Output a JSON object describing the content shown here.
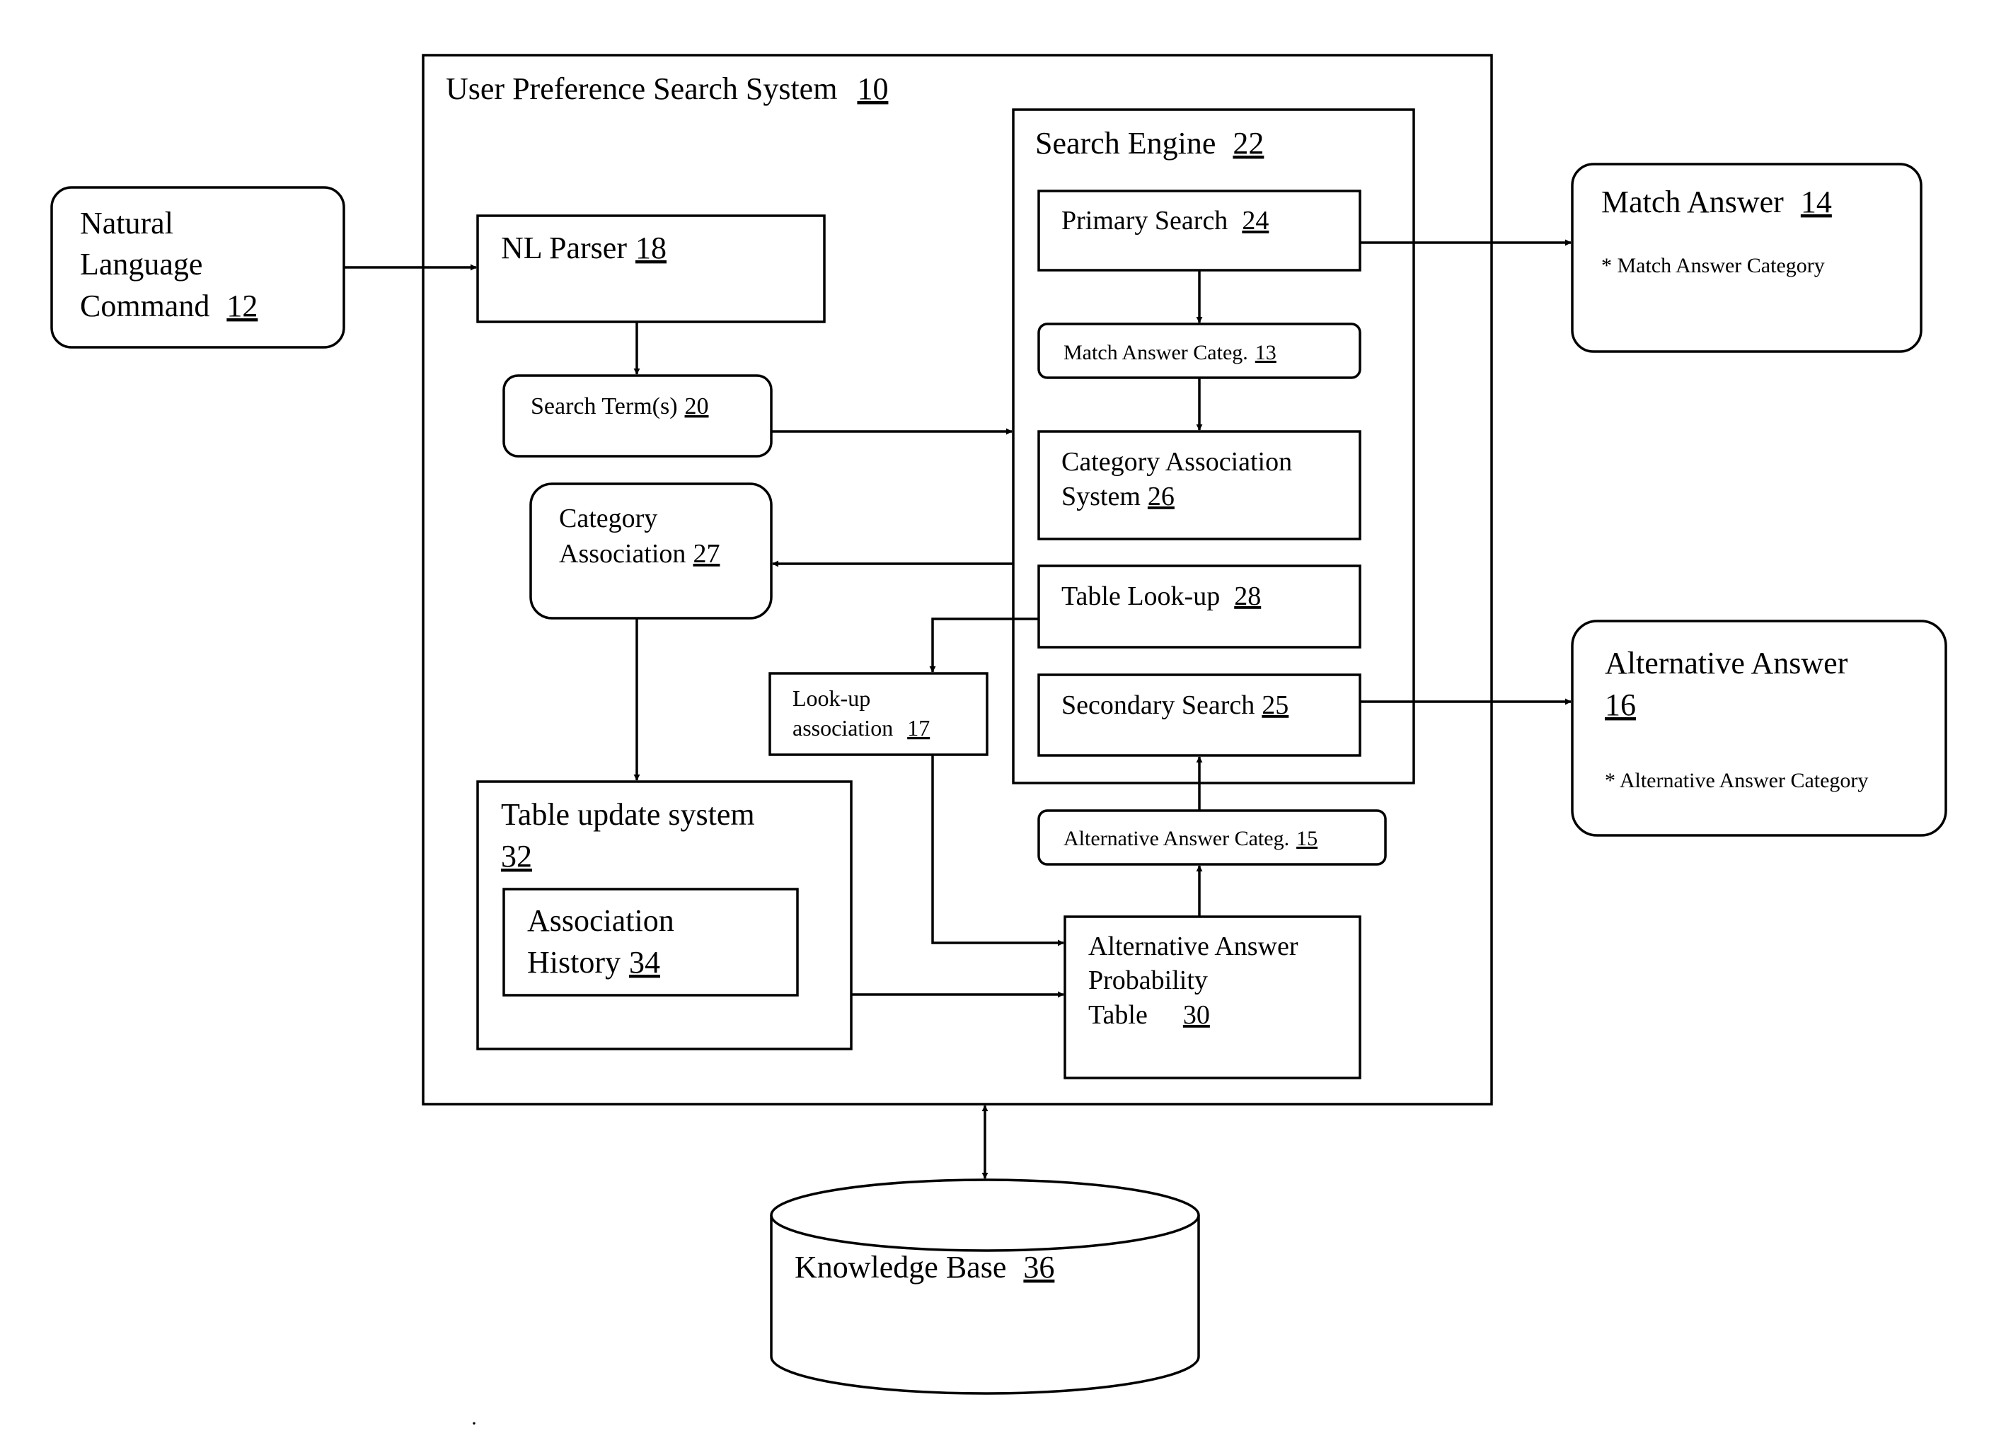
{
  "boxes": {
    "system": {
      "label": "User Preference Search System",
      "ref": "10"
    },
    "nl_command": {
      "line1": "Natural",
      "line2": "Language",
      "line3": "Command",
      "ref": "12"
    },
    "nl_parser": {
      "label": "NL Parser",
      "ref": "18"
    },
    "search_terms": {
      "label": "Search Term(s)",
      "ref": "20"
    },
    "category_association": {
      "line1": "Category",
      "line2": "Association",
      "ref": "27"
    },
    "search_engine": {
      "label": "Search Engine",
      "ref": "22"
    },
    "primary_search": {
      "label": "Primary Search",
      "ref": "24"
    },
    "match_answer_categ": {
      "label": "Match Answer Categ.",
      "ref": "13"
    },
    "category_association_system": {
      "line1": "Category Association",
      "line2": "System",
      "ref": "26"
    },
    "table_lookup": {
      "label": "Table Look-up",
      "ref": "28"
    },
    "secondary_search": {
      "label": "Secondary Search",
      "ref": "25"
    },
    "lookup_association": {
      "line1": "Look-up",
      "line2": "association",
      "ref": "17"
    },
    "alternative_answer_categ": {
      "label": "Alternative Answer Categ.",
      "ref": "15"
    },
    "table_update_system": {
      "label": "Table update system",
      "ref": "32"
    },
    "association_history": {
      "line1": "Association",
      "line2": "History",
      "ref": "34"
    },
    "alt_answer_prob_table": {
      "line1": "Alternative Answer",
      "line2": "Probability",
      "line3": "Table",
      "ref": "30"
    },
    "match_answer": {
      "label": "Match Answer",
      "ref": "14",
      "bullet": "* Match Answer Category"
    },
    "alternative_answer": {
      "line1": "Alternative Answer",
      "ref": "16",
      "bullet": "* Alternative Answer Category"
    },
    "knowledge_base": {
      "label": "Knowledge Base",
      "ref": "36"
    }
  }
}
